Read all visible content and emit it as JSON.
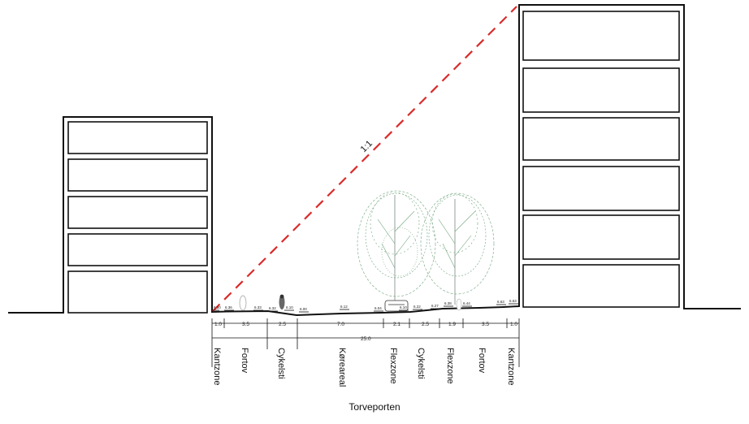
{
  "title": "Torveporten",
  "slope_label": "1:1",
  "zones": [
    {
      "name": "Kantzone",
      "width": "1.0"
    },
    {
      "name": "Fortov",
      "width": "3.5"
    },
    {
      "name": "Cykelsti",
      "width": "2.5"
    },
    {
      "name": "Køreareal",
      "width": "7.0"
    },
    {
      "name": "Flexzone",
      "width": "2.1"
    },
    {
      "name": "Cykelsti",
      "width": "2.5"
    },
    {
      "name": "Flexzone",
      "width": "1.9"
    },
    {
      "name": "Fortov",
      "width": "3.5"
    },
    {
      "name": "Kantzone",
      "width": "1.0"
    }
  ],
  "total_width": "25.0",
  "elevations": [
    "6.50",
    "6.36",
    "6.33",
    "6.32",
    "6.10",
    "6.00",
    "6.12",
    "6.04",
    "6.10",
    "6.22",
    "6.27",
    "6.38",
    "6.44",
    "6.63",
    "6.63"
  ],
  "colors": {
    "slope_line": "#d92b2b",
    "tree": "#5f9a6e",
    "line": "#111111"
  }
}
